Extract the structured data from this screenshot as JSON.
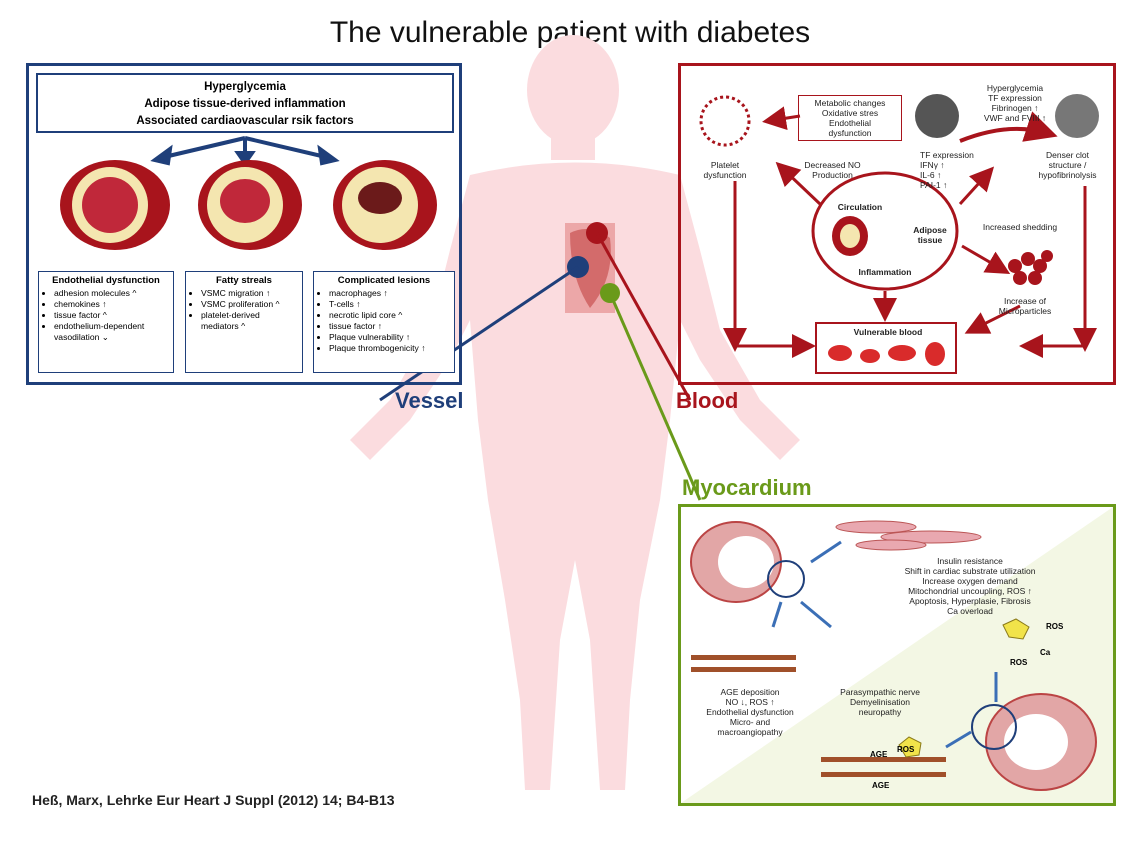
{
  "title": "The vulnerable patient with diabetes",
  "citation": "Heß, Marx, Lehrke Eur Heart J Suppl (2012) 14; B4-B13",
  "labels": {
    "vessel": "Vessel",
    "blood": "Blood",
    "myocardium": "Myocardium"
  },
  "colors": {
    "vessel": "#1f3f7a",
    "blood": "#a8141c",
    "myocardium": "#6a9a1a",
    "body": "#fbdcdf"
  },
  "vessel_panel": {
    "header": [
      "Hyperglycemia",
      "Adipose tissue-derived inflammation",
      "Associated cardiaovascular rsik factors"
    ],
    "boxes": [
      {
        "title": "Endothelial dysfunction",
        "items": [
          "adhesion molecules ^",
          "chemokines ↑",
          "tissue factor ^",
          "endothelium-dependent vasodilation ⌄"
        ]
      },
      {
        "title": "Fatty streals",
        "items": [
          "VSMC migration ↑",
          "VSMC proliferation ^",
          "platelet-derived mediators ^"
        ]
      },
      {
        "title": "Complicated lesions",
        "items": [
          "macrophages ↑",
          "T-cells ↑",
          "necrotic lipid core ^",
          "tissue factor ↑",
          "Plaque vulnerability ↑",
          "Plaque thrombogenicity ↑"
        ]
      }
    ]
  },
  "blood_panel": {
    "metabolic": [
      "Metabolic changes",
      "Oxidative stres",
      "Endothelial",
      "dysfunction"
    ],
    "hyper": [
      "Hyperglycemia",
      "TF expression",
      "Fibrinogen ↑",
      "VWF and FVIII ↑"
    ],
    "platelet": [
      "Platelet",
      "dysfunction"
    ],
    "no": [
      "Decreased NO",
      "Production"
    ],
    "tf": [
      "TF expression",
      "IFNγ ↑",
      "IL-6 ↑",
      "PAI-1 ↑"
    ],
    "clot": [
      "Denser clot",
      "structure /",
      "hypofibrinolysis"
    ],
    "circulation": "Circulation",
    "adipose": [
      "Adipose",
      "tissue"
    ],
    "inflammation": "Inflammation",
    "shedding": "Increased shedding",
    "micro": [
      "Increase of",
      "Microparticles"
    ],
    "vulnerable": "Vulnerable blood"
  },
  "myo_panel": {
    "insulin": [
      "Insulin resistance",
      "Shift in cardiac substrate utilization",
      "Increase oxygen demand",
      "Mitochondrial uncoupling, ROS ↑",
      "Apoptosis, Hyperplasie, Fibrosis",
      "Ca overload"
    ],
    "age": [
      "AGE deposition",
      "NO ↓, ROS ↑",
      "Endothelial dysfunction",
      "Micro- and",
      "macroangiopathy"
    ],
    "nerve": [
      "Parasympathic nerve",
      "Demyelinisation",
      "neuropathy"
    ],
    "badges": {
      "ros": "ROS",
      "ca": "Ca",
      "age": "AGE"
    }
  }
}
